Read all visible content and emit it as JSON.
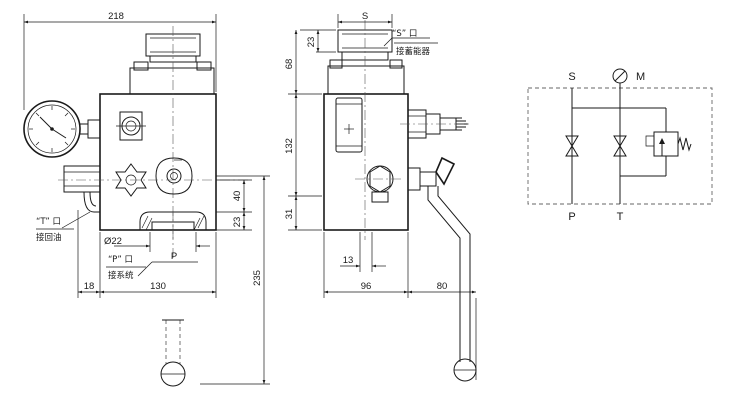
{
  "front_view": {
    "dims": {
      "overall_width": "218",
      "left_offset": "18",
      "body_width": "130",
      "height_40": "40",
      "height_23": "23",
      "port_dia": "Ø22"
    },
    "labels": {
      "t_port": "“T” 口",
      "t_port_desc": "接回油",
      "p_port": "“P” 口",
      "p_port_desc": "接系统",
      "p_marker": "P"
    }
  },
  "side_view": {
    "dims": {
      "top_s": "S",
      "height_23": "23",
      "height_68": "68",
      "height_132": "132",
      "height_31": "31",
      "width_13": "13",
      "width_96": "96",
      "width_80": "80",
      "height_235": "235"
    },
    "labels": {
      "s_port": "“S” 口",
      "s_port_desc": "接蓄能器"
    }
  },
  "schematic": {
    "ports": {
      "s": "S",
      "m": "M",
      "p": "P",
      "t": "T"
    }
  }
}
